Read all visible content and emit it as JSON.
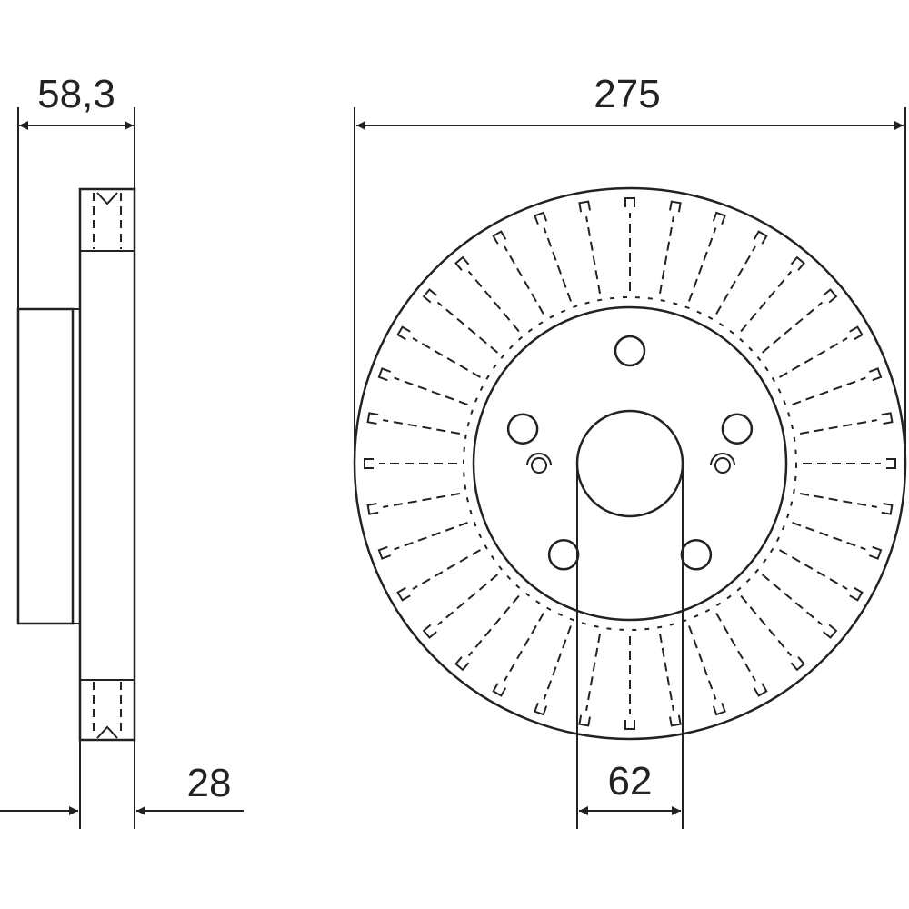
{
  "dimensions": {
    "overall_height": "58,3",
    "disc_thickness": "28",
    "outer_diameter": "275",
    "center_bore": "62"
  },
  "colors": {
    "line": "#222222",
    "background": "#ffffff"
  },
  "features": {
    "cooling_vanes": 36,
    "bolt_holes": 5,
    "pin_holes": 2
  }
}
